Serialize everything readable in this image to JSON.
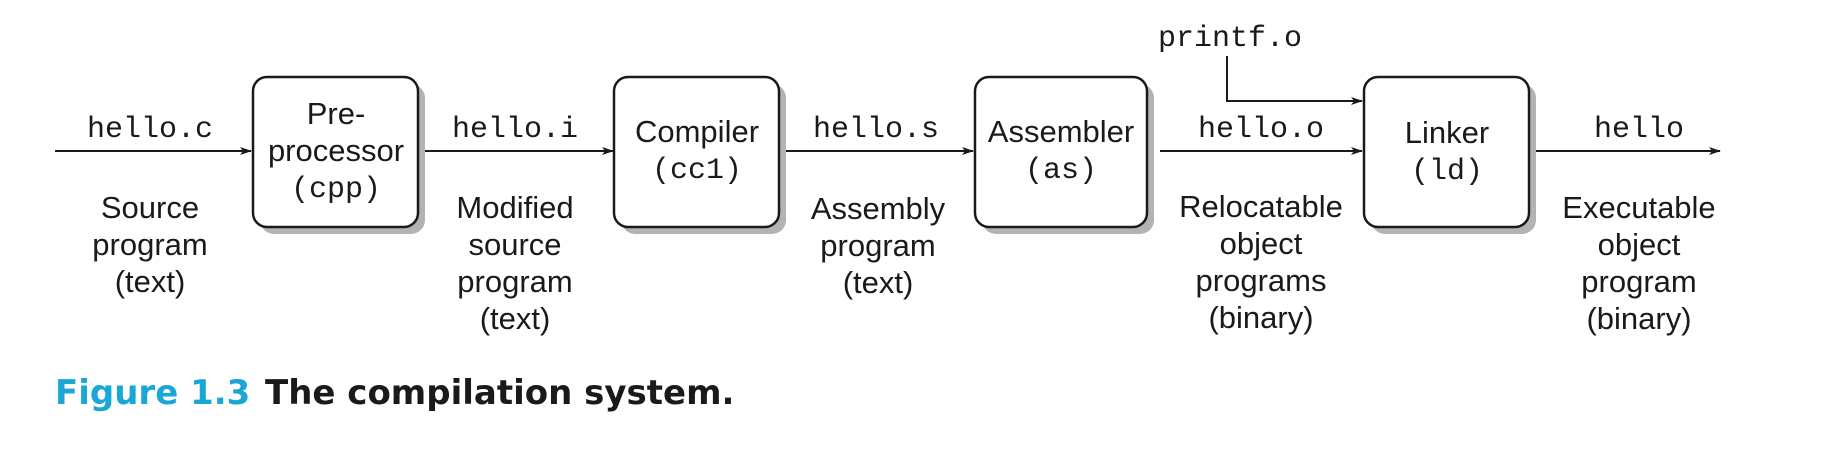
{
  "files": {
    "source": "hello.c",
    "preprocessed": "hello.i",
    "assembly": "hello.s",
    "object": "hello.o",
    "library": "printf.o",
    "executable": "hello"
  },
  "stages": {
    "preprocessor": {
      "line1": "Pre-",
      "line2": "processor",
      "tool": "(cpp)"
    },
    "compiler": {
      "name": "Compiler",
      "tool": "(cc1)"
    },
    "assembler": {
      "name": "Assembler",
      "tool": "(as)"
    },
    "linker": {
      "name": "Linker",
      "tool": "(ld)"
    }
  },
  "descriptions": {
    "source": [
      "Source",
      "program",
      "(text)"
    ],
    "modified": [
      "Modified",
      "source",
      "program",
      "(text)"
    ],
    "assembly": [
      "Assembly",
      "program",
      "(text)"
    ],
    "relocatable": [
      "Relocatable",
      "object",
      "programs",
      "(binary)"
    ],
    "executable": [
      "Executable",
      "object",
      "program",
      "(binary)"
    ]
  },
  "caption": {
    "number": "Figure 1.3",
    "text": "The compilation system."
  }
}
